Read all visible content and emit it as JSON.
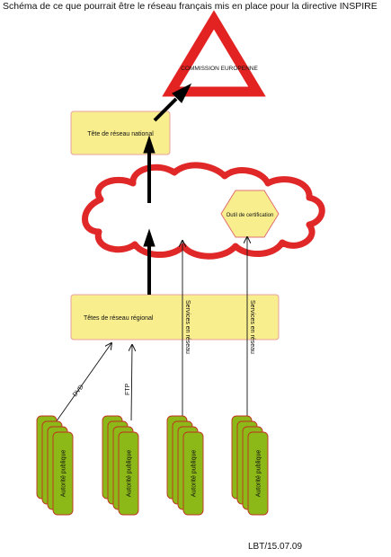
{
  "title": "Schéma de ce que pourrait être le réseau français mis en place pour la directive INSPIRE",
  "nodes": {
    "commission": "COMMISSION EUROPENNE",
    "national_head": "Tête de réseau national",
    "certification_tool": "Outil de certification",
    "regional_heads": "Têtes de réseau régional",
    "public_authority": "Autorité publique"
  },
  "edges": {
    "dvd": "DVD",
    "ftp": "FTP",
    "network_services_1": "Services en réseau",
    "network_services_2": "Services en réseau"
  },
  "footer": "LBT/15.07.09",
  "colors": {
    "box_fill": "#f8ee8e",
    "box_stroke": "#e8a0a0",
    "warning_red": "#e32222",
    "stack_fill": "#8cb818",
    "stack_stroke": "#c03020"
  }
}
